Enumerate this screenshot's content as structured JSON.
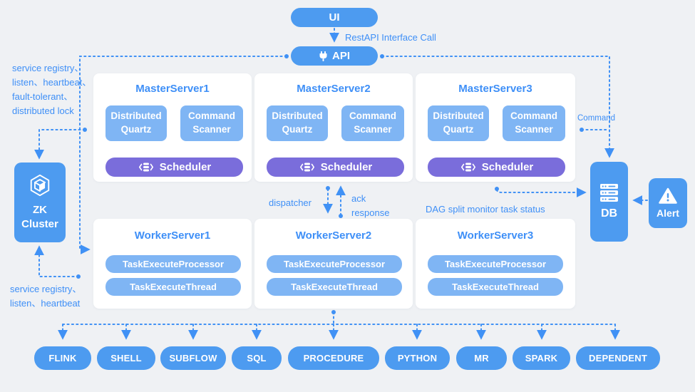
{
  "colors": {
    "primary_blue": "#4d9bf0",
    "light_blue": "#7fb5f4",
    "purple": "#7a6ddb",
    "text_blue": "#3e8ff7",
    "line_blue": "#4091f5",
    "background": "#eff1f4",
    "card": "#ffffff"
  },
  "top": {
    "ui": "UI",
    "api": "API",
    "rest_call": "RestAPI Interface Call"
  },
  "left": {
    "top_note": "service registry、listen、heartbeat、fault-tolerant、distributed lock",
    "zk": "ZK Cluster",
    "bottom_note": "service registry、listen、heartbeat"
  },
  "labels": {
    "dispatcher": "dispatcher",
    "ack": "ack response",
    "command": "Command",
    "dag": "DAG split monitor task status"
  },
  "master_servers": [
    {
      "title": "MasterServer1",
      "quartz": "Distributed Quartz",
      "scanner": "Command Scanner",
      "scheduler": "Scheduler"
    },
    {
      "title": "MasterServer2",
      "quartz": "Distributed Quartz",
      "scanner": "Command Scanner",
      "scheduler": "Scheduler"
    },
    {
      "title": "MasterServer3",
      "quartz": "Distributed Quartz",
      "scanner": "Command Scanner",
      "scheduler": "Scheduler"
    }
  ],
  "worker_servers": [
    {
      "title": "WorkerServer1",
      "processor": "TaskExecuteProcessor",
      "thread": "TaskExecuteThread"
    },
    {
      "title": "WorkerServer2",
      "processor": "TaskExecuteProcessor",
      "thread": "TaskExecuteThread"
    },
    {
      "title": "WorkerServer3",
      "processor": "TaskExecuteProcessor",
      "thread": "TaskExecuteThread"
    }
  ],
  "right": {
    "db": "DB",
    "alert": "Alert"
  },
  "task_types": [
    "FLINK",
    "SHELL",
    "SUBFLOW",
    "SQL",
    "PROCEDURE",
    "PYTHON",
    "MR",
    "SPARK",
    "DEPENDENT"
  ],
  "icons": {
    "api": "plug-icon",
    "zk": "cube-icon",
    "scheduler": "database-icon",
    "db": "server-icon",
    "alert": "warning-icon"
  }
}
